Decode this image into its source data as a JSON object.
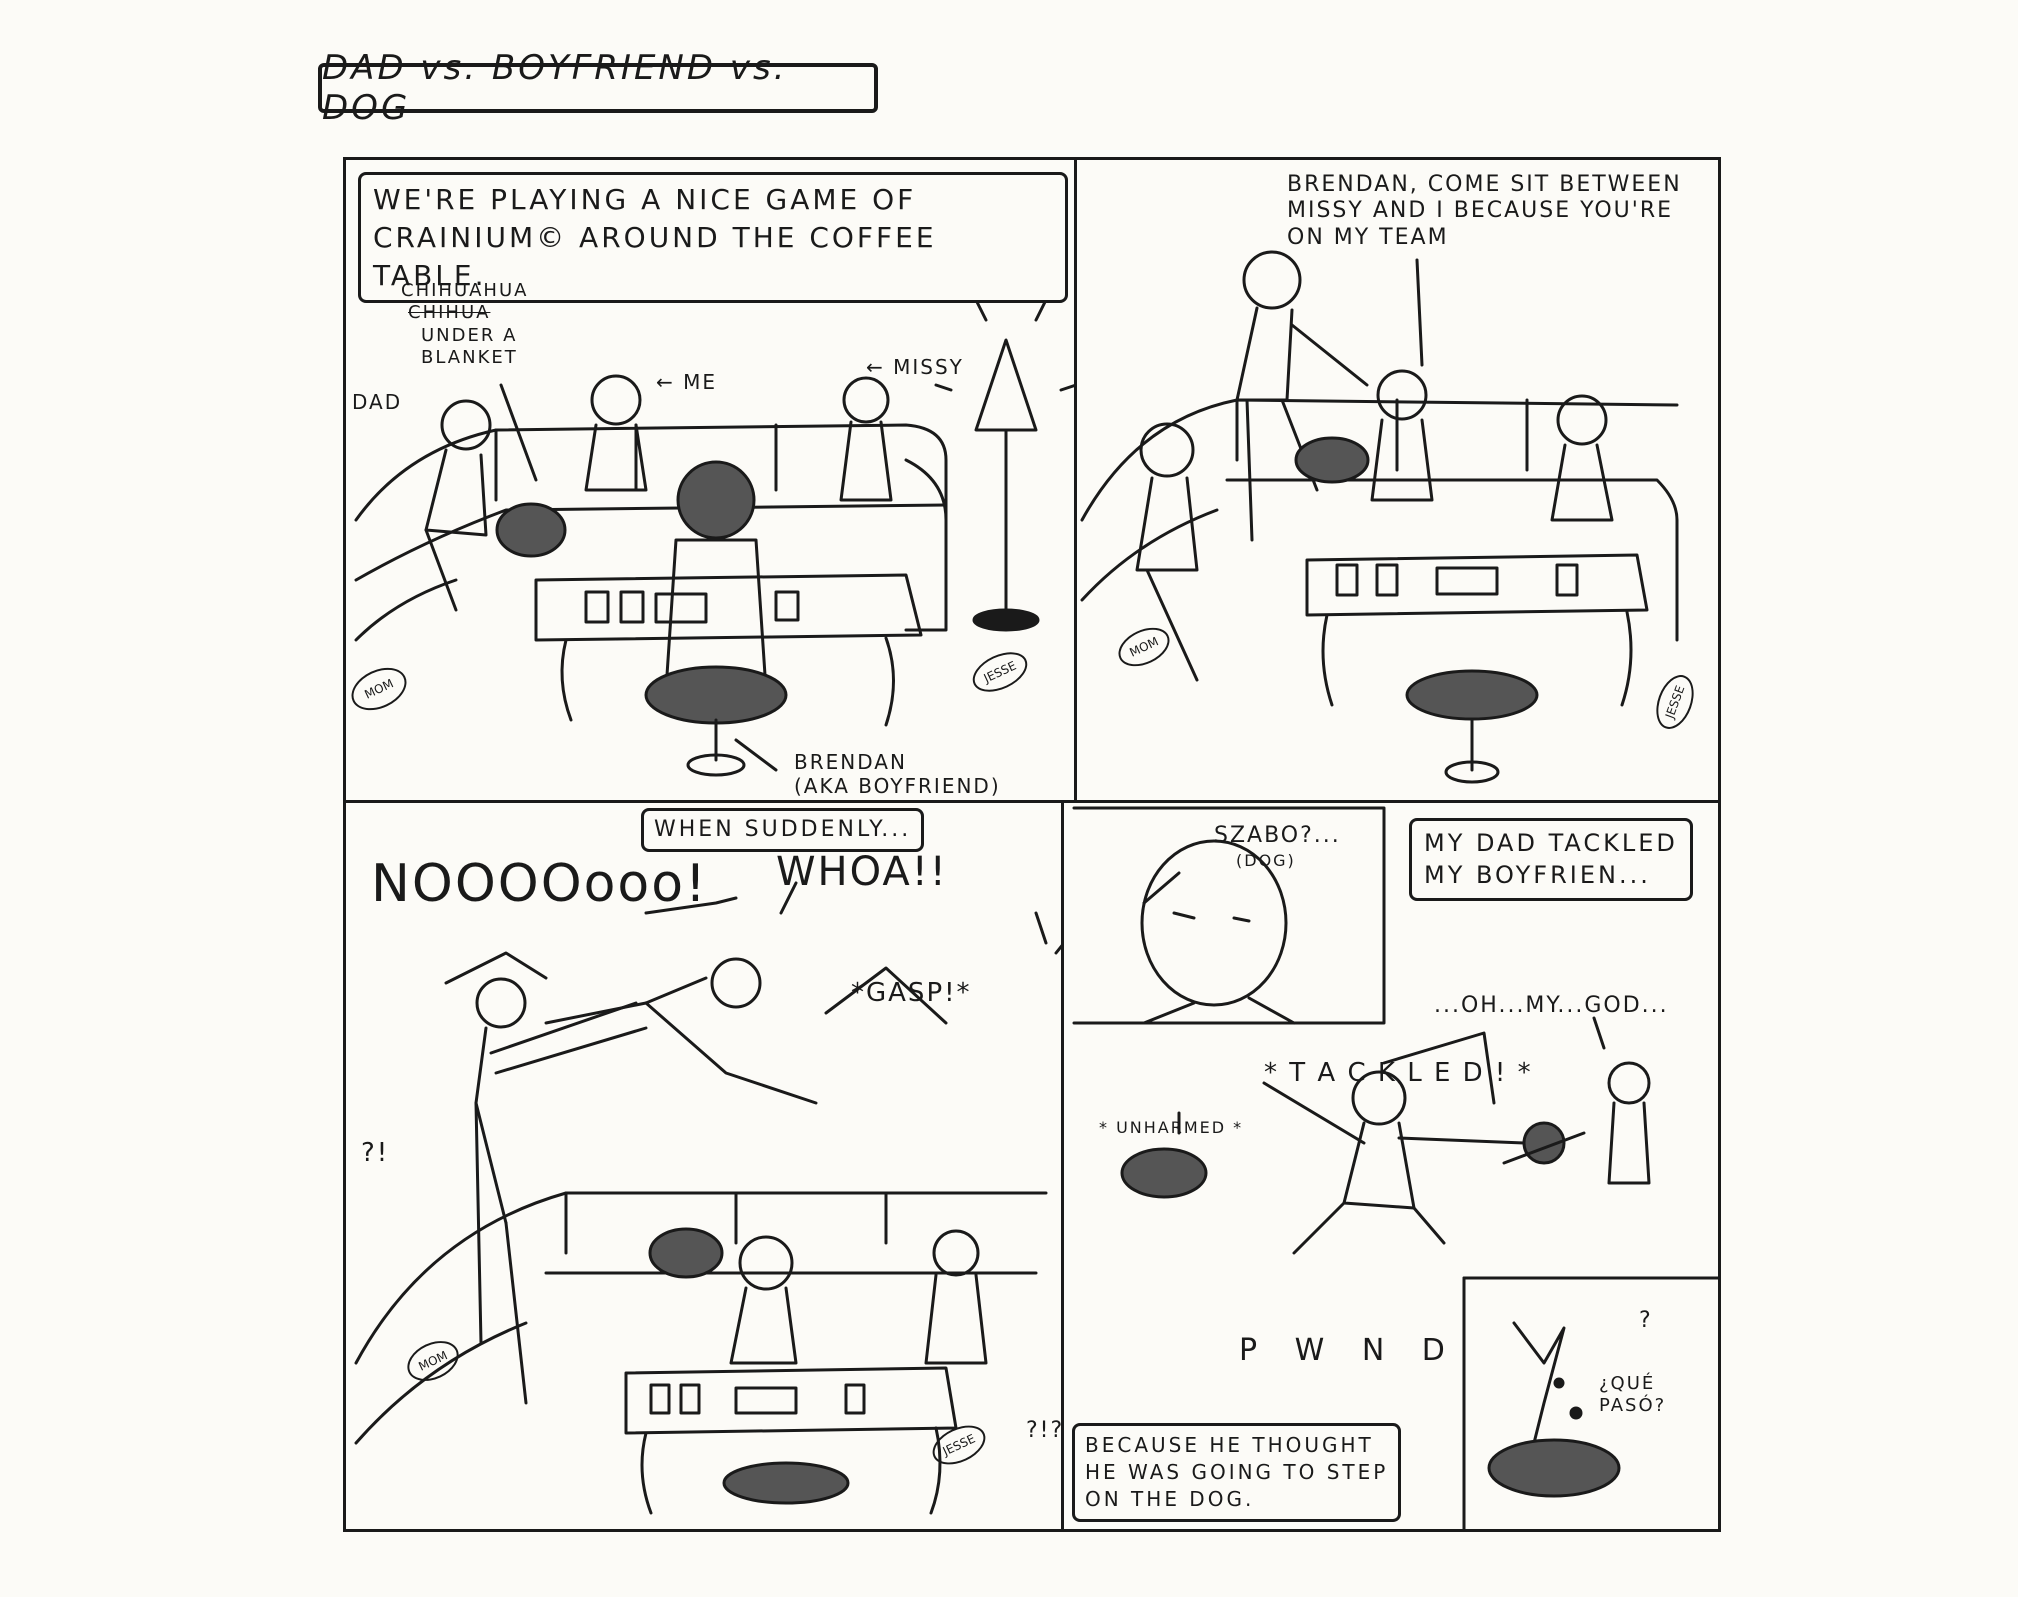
{
  "title": "DAD vs. BOYFRIEND vs. DOG",
  "panel1": {
    "caption": "WE'RE PLAYING A NICE GAME OF\nCRAINIUM© AROUND THE COFFEE TABLE.",
    "label_chihuahua": "CHIHUAHUA",
    "label_chihua_struck": "CHIHUA",
    "label_under_blanket": "UNDER A\nBLANKET",
    "label_dad": "DAD",
    "label_me": "← ME",
    "label_missy": "← MISSY",
    "label_brendan": "BRENDAN\n(AKA BOYFRIEND)",
    "label_mom": "MOM",
    "label_jesse": "JESSE"
  },
  "panel2": {
    "speech": "BRENDAN, COME SIT BETWEEN\nMISSY AND I BECAUSE YOU'RE\nON MY TEAM",
    "label_mom": "MOM",
    "label_jesse": "JESSE"
  },
  "panel3": {
    "caption": "WHEN SUDDENLY...",
    "shout_nooo": "NOOOOooo!",
    "shout_whoa": "WHOA!!",
    "sfx_gasp": "*GASP!*",
    "exclaim": "?!",
    "jesse_exclaim": "?!?",
    "label_mom": "MOM",
    "label_jesse": "JESSE"
  },
  "panel4": {
    "caption": "MY DAD TACKLED\nMY BOYFRIEN...",
    "speech_szabo": "SZABO?...",
    "speech_dog": "(DOG)",
    "speech_omg": "...OH...MY...GOD...",
    "sfx_tackled": "* T A C K L E D ! *",
    "label_unharmed": "* UNHARMED *",
    "sfx_pwnd": "P W N D",
    "caption_bottom": "BECAUSE HE THOUGHT\nHE WAS GOING TO STEP\nON THE DOG.",
    "dog_q": "?",
    "dog_speech": "¿QUÉ\nPASÓ?"
  }
}
